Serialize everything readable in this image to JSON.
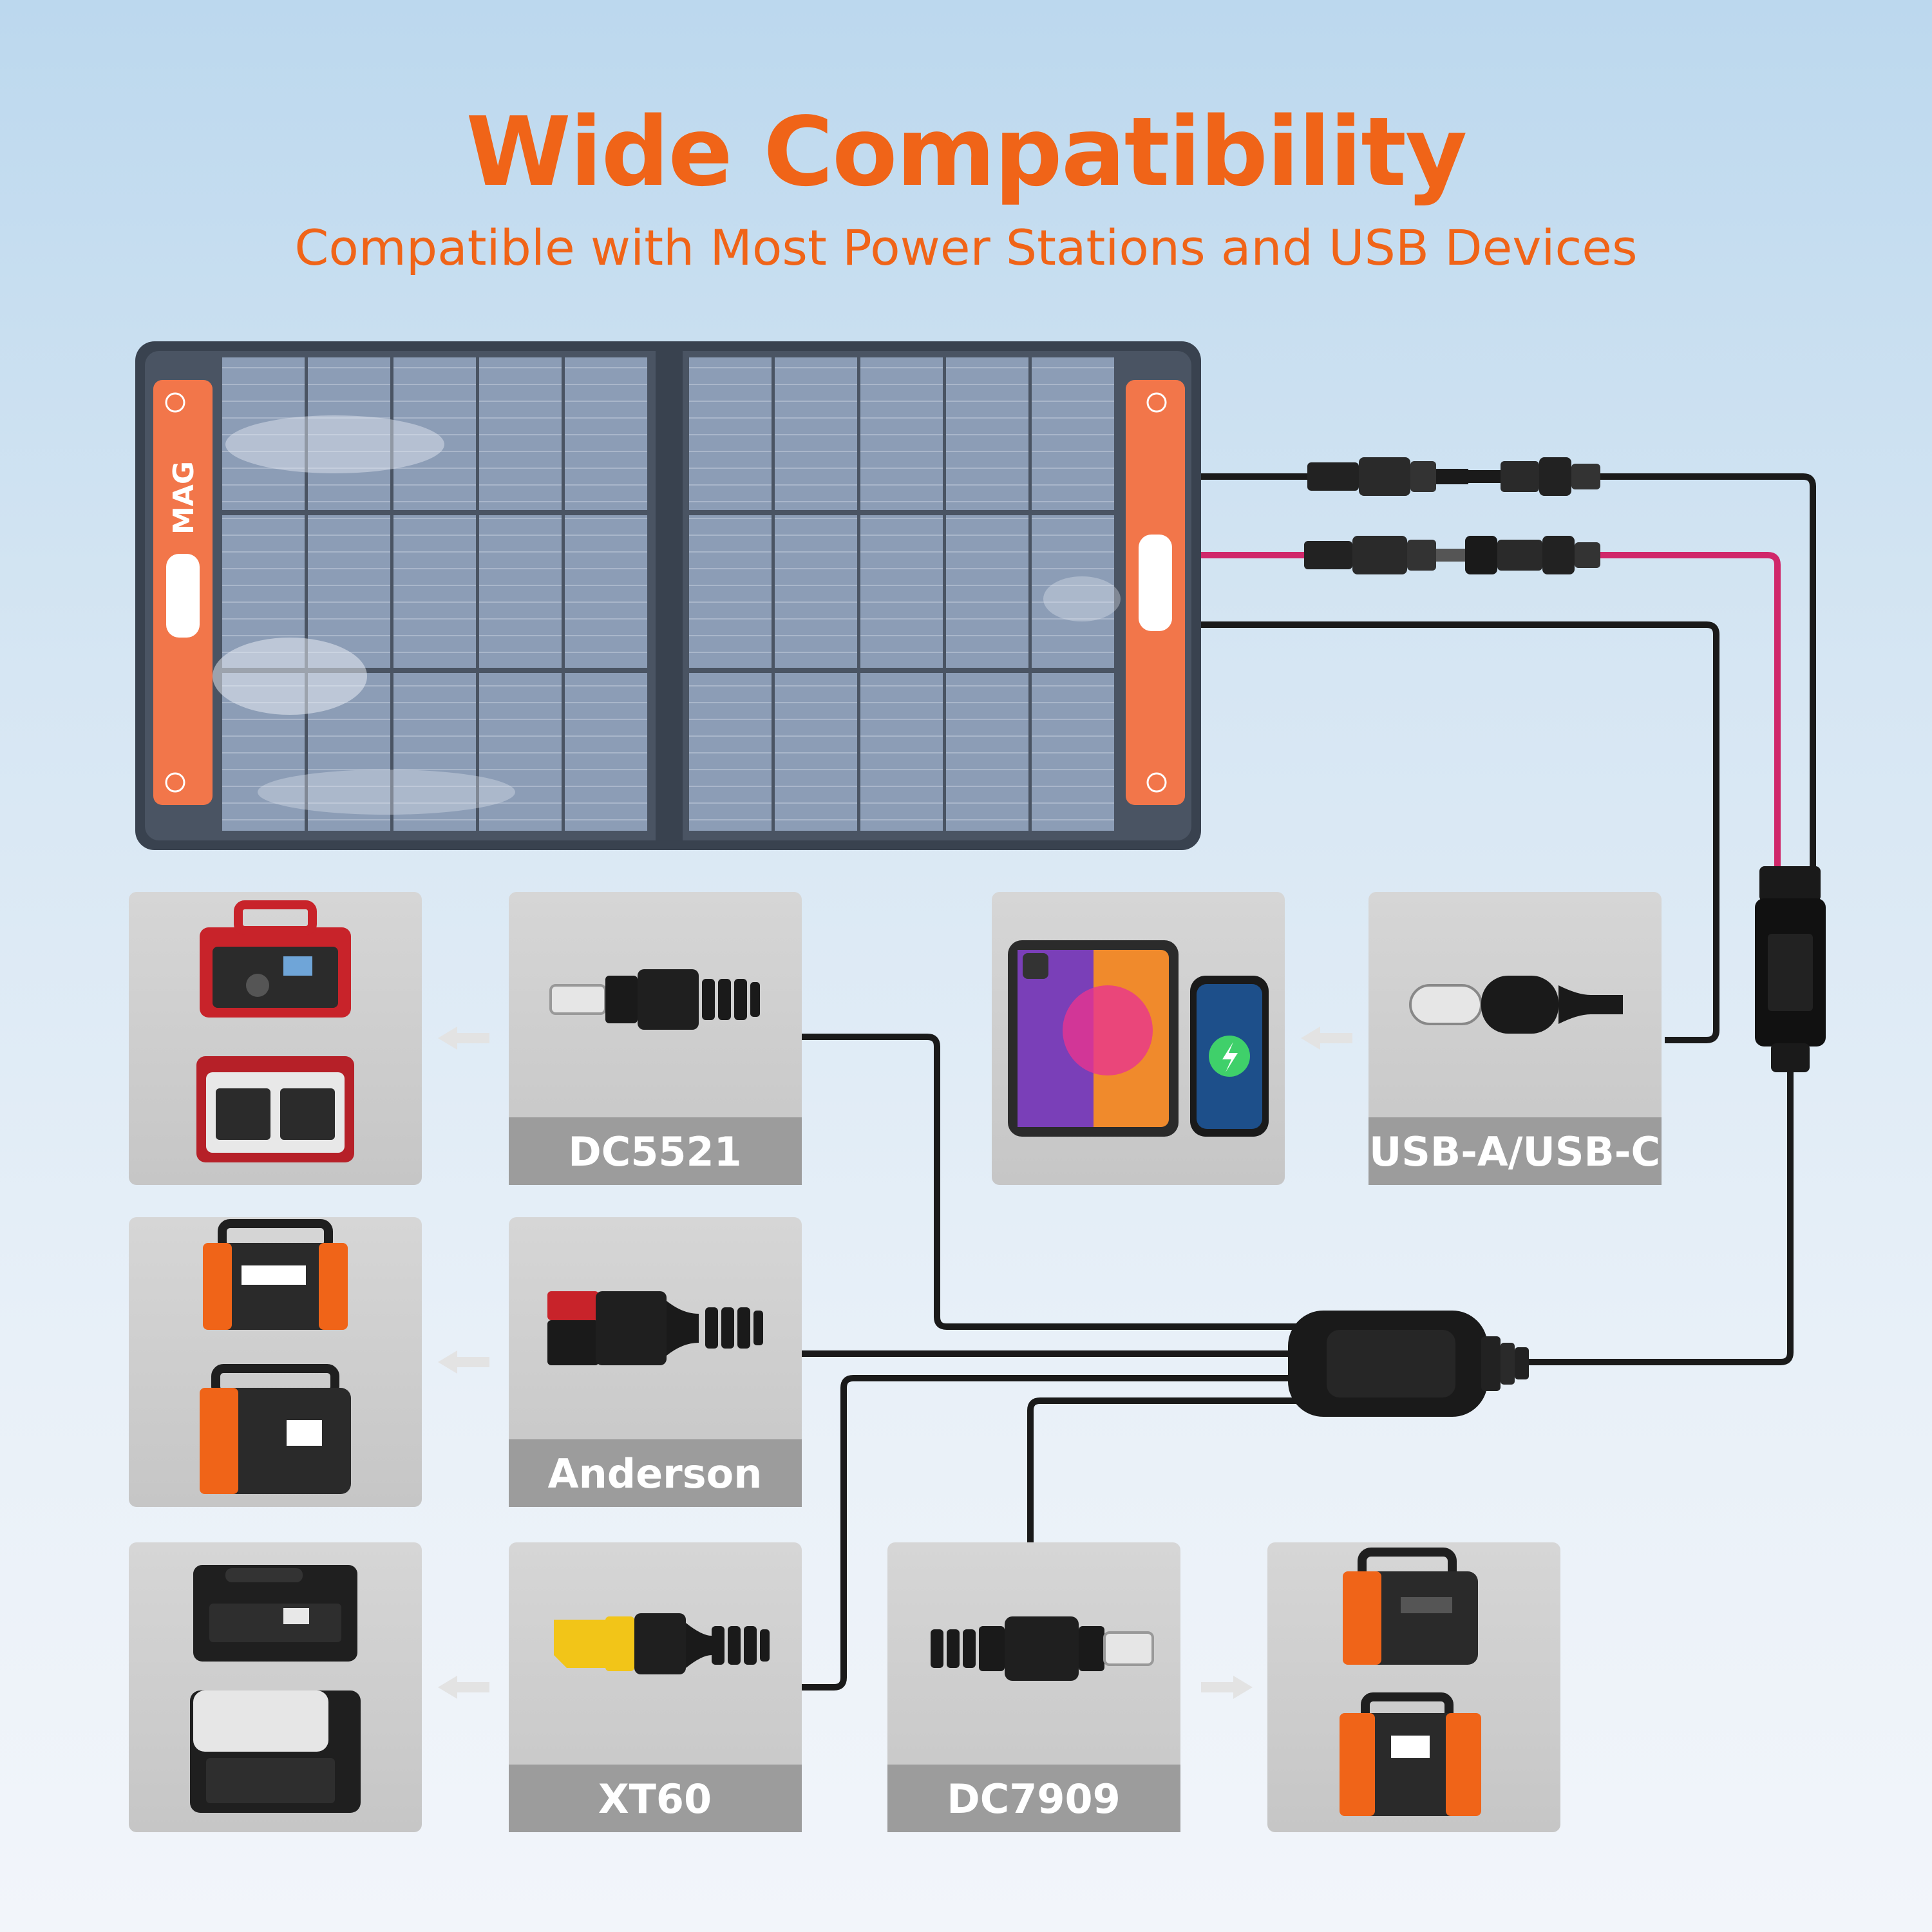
{
  "header": {
    "title": "Wide Compatibility",
    "subtitle": "Compatible with Most Power Stations and USB Devices"
  },
  "panel": {
    "brand_logo": "MAG"
  },
  "connectors": {
    "dc5521": "DC5521",
    "usb": "USB-A/USB-C",
    "anderson": "Anderson",
    "xt60": "XT60",
    "dc7909": "DC7909"
  },
  "colors": {
    "accent": "#f06418",
    "panel_orange": "#f2764a",
    "panel_frame": "#39424f",
    "cell_blue": "#8fa0b8",
    "card_bg": "#cfcfcf",
    "label_band": "#9c9c9c",
    "cable_red": "#d0276a",
    "cable_black": "#1a1a1a"
  },
  "icons": {
    "arrows": [
      "arrow-left-icon",
      "arrow-right-icon"
    ],
    "devices": [
      "power-station-icon",
      "tablet-icon",
      "phone-icon",
      "charging-icon"
    ]
  }
}
